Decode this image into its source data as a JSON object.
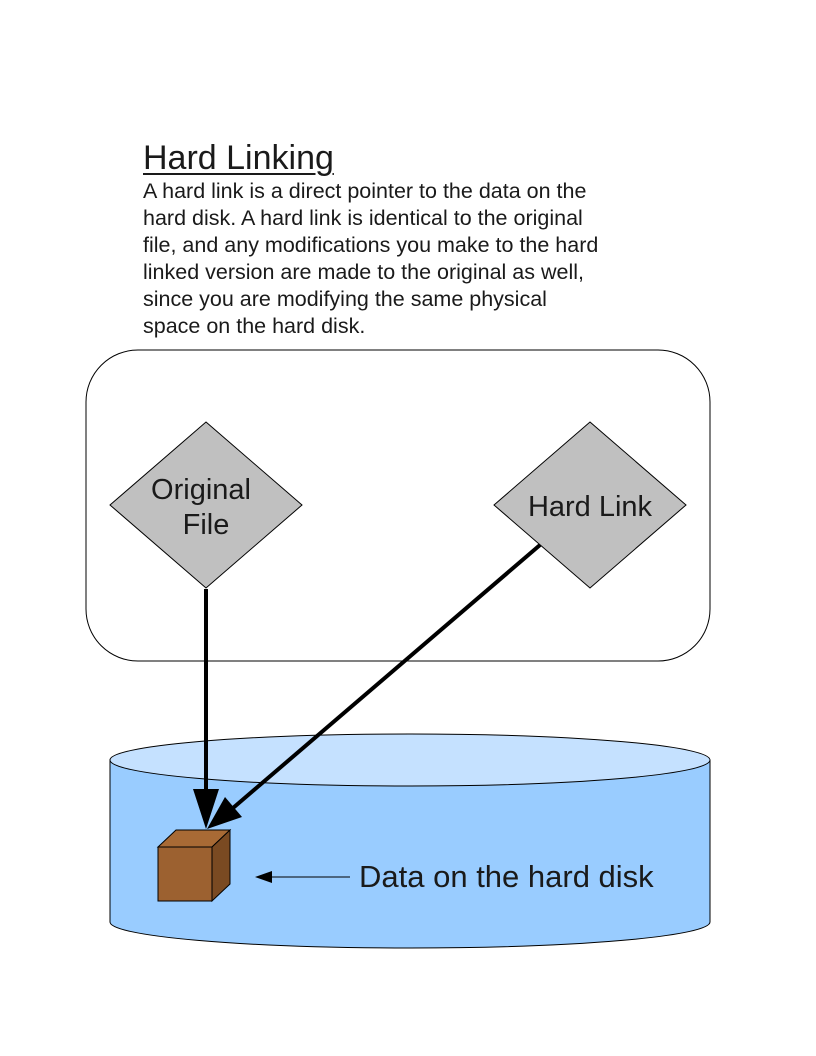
{
  "heading": "Hard Linking",
  "description_lines": [
    "A hard link is a direct pointer to the data on the",
    "hard disk. A hard link is identical to the original",
    "file, and any modifications you make to the hard",
    "linked version are made to the original as well,",
    "since you are modifying the same physical",
    "space on the hard disk."
  ],
  "nodes": {
    "original_file": {
      "label_line1": "Original",
      "label_line2": "File"
    },
    "hard_link": {
      "label": "Hard Link"
    }
  },
  "disk": {
    "data_label": "Data on the hard disk"
  },
  "colors": {
    "diamond_fill": "#c0c0c0",
    "disk_body": "#99ccff",
    "disk_top": "#c5e1ff",
    "cube_front": "#9c6130",
    "cube_top": "#a86a35",
    "cube_side": "#7a4a22",
    "arrow": "#000000"
  }
}
